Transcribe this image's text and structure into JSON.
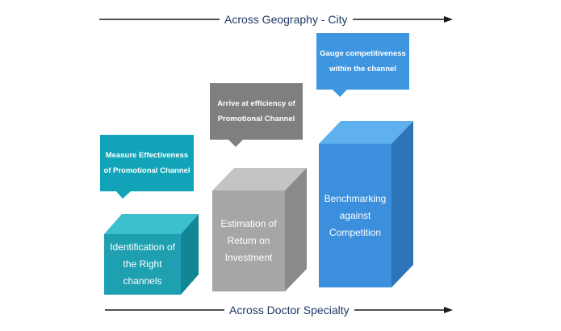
{
  "axes": {
    "top_label": "Across Geography - City",
    "bottom_label": "Across Doctor Specialty"
  },
  "colors": {
    "axis_line": "#1a1a1a",
    "axis_text": "#1f3864",
    "teal_front": "#1fa0b1",
    "teal_top": "#3cc0cf",
    "teal_side": "#138696",
    "teal_callout": "#11a4b8",
    "gray_front": "#a6a6a6",
    "gray_top": "#c4c4c4",
    "gray_side": "#8a8a8a",
    "gray_callout": "#7f7f7f",
    "blue_front": "#3b8fdd",
    "blue_top": "#5fb0ee",
    "blue_side": "#2d74b8",
    "blue_callout": "#3f96e0"
  },
  "stages": [
    {
      "block_label": "Identification of the Right channels",
      "callout": "Measure Effectiveness of Promotional Channel"
    },
    {
      "block_label": "Estimation of Return on Investment",
      "callout": "Arrive at efficiency of Promotional Channel"
    },
    {
      "block_label": "Benchmarking against Competition",
      "callout": "Gauge competitiveness within the channel"
    }
  ]
}
